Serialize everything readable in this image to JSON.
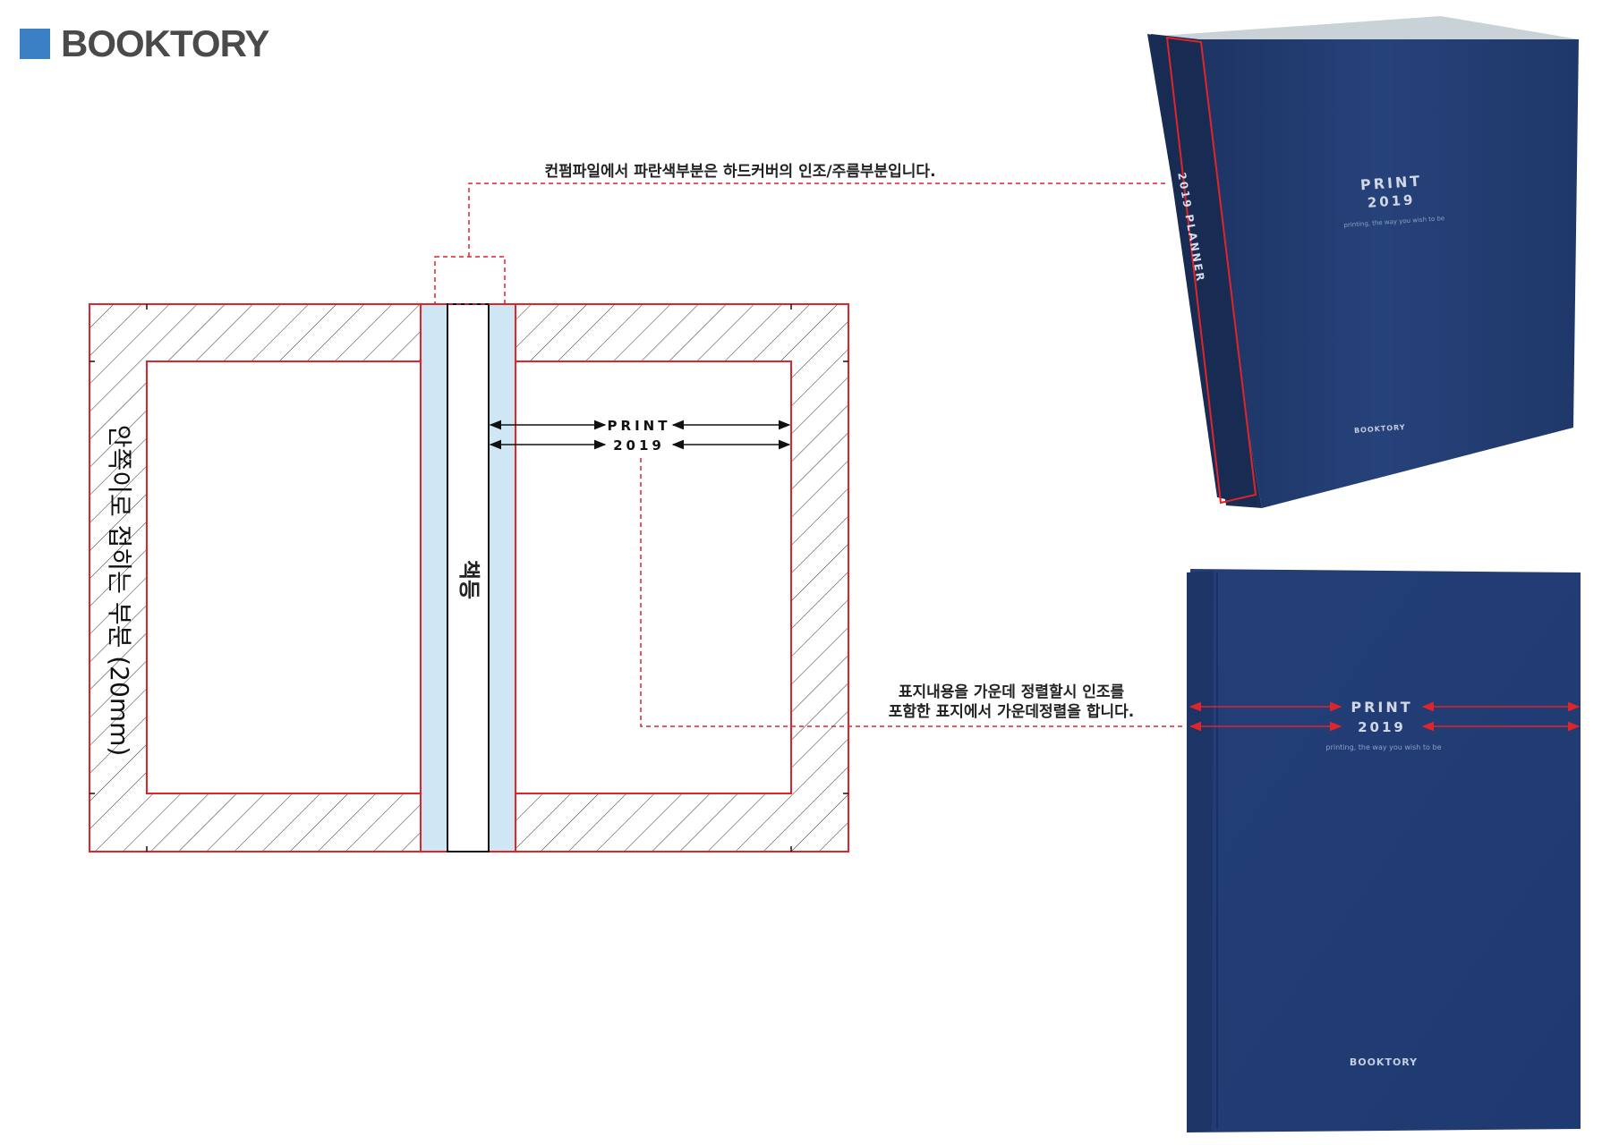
{
  "logo": {
    "text": "BOOKTORY",
    "color": "#3b7fc4"
  },
  "annotations": {
    "top": "컨펌파일에서 파란색부분은 하드커버의 인조/주름부분입니다.",
    "center_line1": "표지내용을 가운데 정렬할시 인조를",
    "center_line2": "포함한 표지에서 가운데정렬을 합니다."
  },
  "template": {
    "fold_label": "안쪽이로 접히는 부분 (20mm)",
    "spine_label": "책등",
    "print_line1": "PRINT",
    "print_line2": "2019"
  },
  "book_top": {
    "title_line1": "PRINT",
    "title_line2": "2019",
    "tagline": "printing, the way you wish to be",
    "spine_text": "2019 PLANNER",
    "brand": "BOOKTORY"
  },
  "book_front": {
    "title_line1": "PRINT",
    "title_line2": "2019",
    "tagline": "printing, the way you wish to be",
    "brand": "BOOKTORY"
  },
  "colors": {
    "outline": "#e0242a",
    "spine_cloth": "#cfe6f5",
    "cover_navy": "#233d72",
    "logo_gray": "#4a4a4a"
  }
}
